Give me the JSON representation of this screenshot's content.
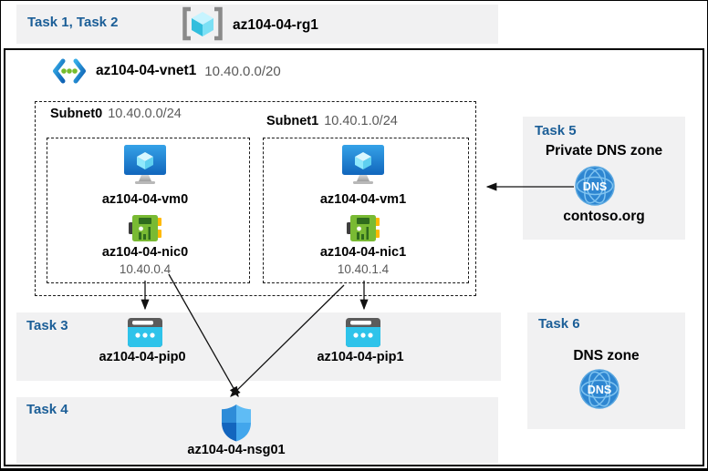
{
  "colors": {
    "task_label": "#1B5E97",
    "band_background": "#F1F1F2",
    "muted_text": "#595959",
    "arrow": "#111111",
    "vm_blue": "#1E7FD0",
    "nic_green": "#79BA33",
    "pip_cyan": "#2EC3EA",
    "dns_blue": "#2E86D1"
  },
  "header_band": {
    "label": "Task 1, Task 2",
    "resource_group": "az104-04-rg1"
  },
  "vnet": {
    "name": "az104-04-vnet1",
    "cidr": "10.40.0.0/20"
  },
  "subnets": [
    {
      "name": "Subnet0",
      "cidr": "10.40.0.0/24",
      "vm": "az104-04-vm0",
      "nic": "az104-04-nic0",
      "ip": "10.40.0.4"
    },
    {
      "name": "Subnet1",
      "cidr": "10.40.1.0/24",
      "vm": "az104-04-vm1",
      "nic": "az104-04-nic1",
      "ip": "10.40.1.4"
    }
  ],
  "task3": {
    "label": "Task 3",
    "pips": [
      "az104-04-pip0",
      "az104-04-pip1"
    ]
  },
  "task4": {
    "label": "Task 4",
    "nsg": "az104-04-nsg01"
  },
  "task5": {
    "label": "Task 5",
    "title": "Private DNS zone",
    "zone": "contoso.org"
  },
  "task6": {
    "label": "Task 6",
    "title": "DNS zone"
  },
  "dns_icon_text": "DNS"
}
